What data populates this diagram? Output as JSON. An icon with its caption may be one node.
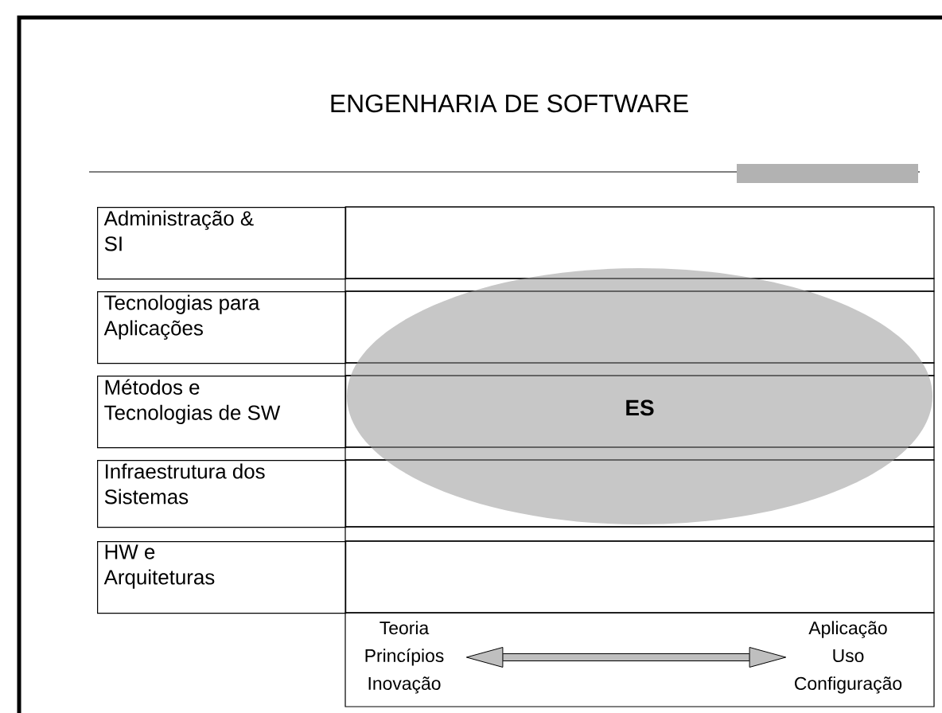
{
  "diagram": {
    "title": "ENGENHARIA DE SOFTWARE",
    "nodes": [
      {
        "text": [
          "Administração & SI"
        ]
      },
      {
        "text": [
          "Tecnologias para Aplicações"
        ]
      },
      {
        "text": [
          "Métodos e Tecnologias de SW"
        ]
      },
      {
        "text": [
          "Infraestrutura dos Sistemas"
        ]
      },
      {
        "text": [
          "HW e Arquiteturas"
        ]
      },
      {
        "text": [
          "ES"
        ]
      },
      {
        "text": [],
        "shape": "box"
      },
      {
        "text": [
          "Teoria Princípios Inovação"
        ],
        "in": 6
      },
      {
        "text": [
          "Aplicação Uso Configuração"
        ],
        "in": 6
      }
    ],
    "edges": [
      {
        "from": 7,
        "to": 8,
        "arrow": "both"
      }
    ]
  }
}
